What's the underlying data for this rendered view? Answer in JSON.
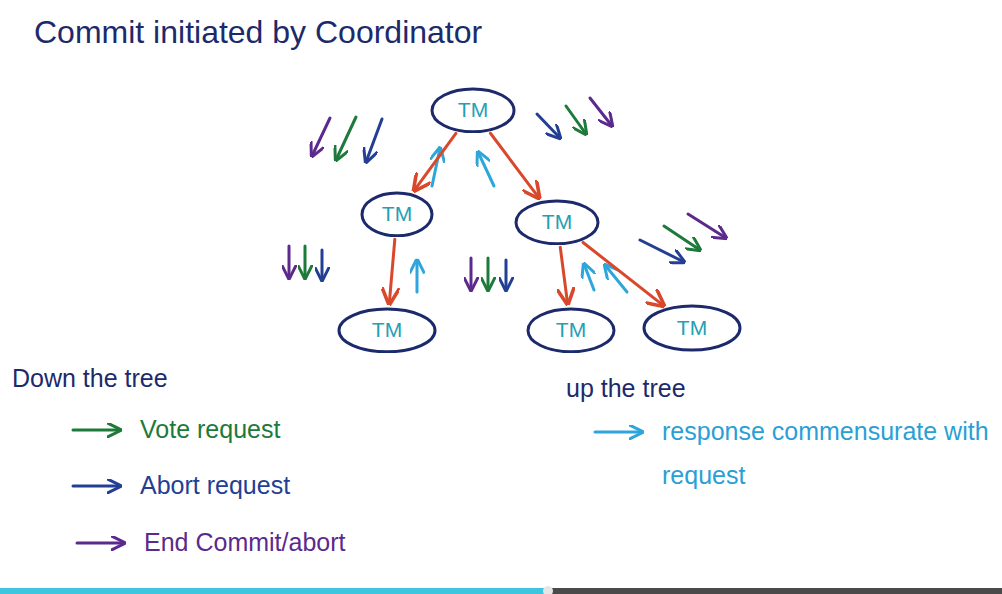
{
  "diagram": {
    "title": "Commit initiated by Coordinator",
    "nodes": [
      {
        "text": [
          "TM"
        ]
      },
      {
        "text": [
          "TM"
        ]
      },
      {
        "text": [
          "TM"
        ]
      },
      {
        "text": [
          "TM"
        ]
      },
      {
        "text": [
          "TM"
        ]
      },
      {
        "text": [
          "TM"
        ]
      }
    ],
    "edges": [
      {
        "from": 0,
        "to": 1,
        "arrow": "to"
      },
      {
        "from": 0,
        "to": 2,
        "arrow": "to"
      },
      {
        "from": 1,
        "to": 3,
        "arrow": "to"
      },
      {
        "from": 2,
        "to": 4,
        "arrow": "to"
      },
      {
        "from": 2,
        "to": 5,
        "arrow": "to"
      }
    ],
    "labels": [
      "Down the tree",
      "up the tree"
    ],
    "legend": [
      {
        "text": "Vote request"
      },
      {
        "text": "Abort request"
      },
      {
        "text": "End Commit/abort"
      },
      {
        "text": "response commensurate with request"
      }
    ]
  }
}
